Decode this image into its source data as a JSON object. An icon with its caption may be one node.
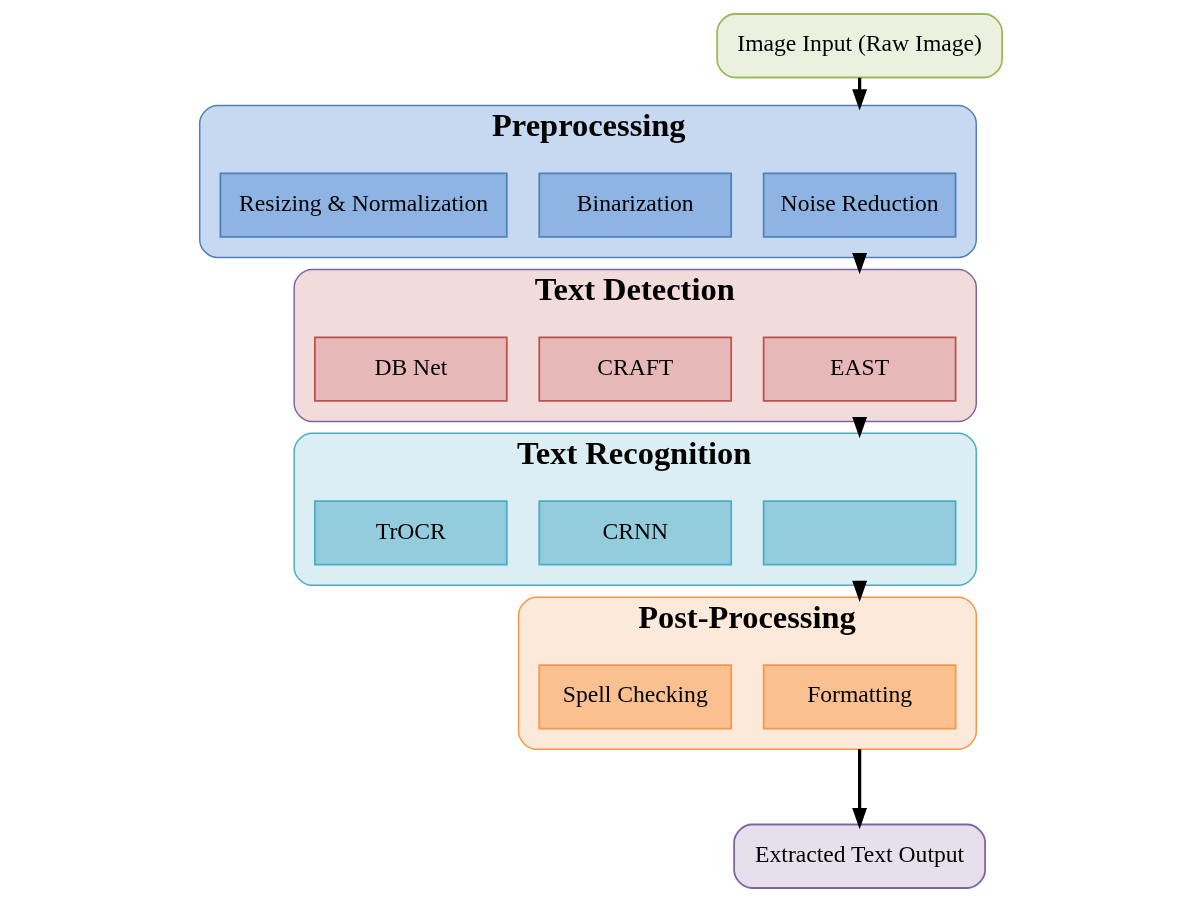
{
  "diagram": {
    "nodes": [
      {
        "text": [
          "Image Input (Raw Image)"
        ]
      },
      {
        "text": [
          "Preprocessing"
        ]
      },
      {
        "text": [
          "Noise Reduction"
        ],
        "in": 1
      },
      {
        "text": [
          "Binarization"
        ],
        "in": 1
      },
      {
        "text": [
          "Resizing & Normalization"
        ],
        "in": 1
      },
      {
        "text": [
          "Text Detection"
        ]
      },
      {
        "text": [
          "EAST"
        ],
        "in": 5
      },
      {
        "text": [
          "CRAFT"
        ],
        "in": 5
      },
      {
        "text": [
          "DB Net"
        ],
        "in": 5
      },
      {
        "text": [
          "Text Recognition"
        ]
      },
      {
        "text": [],
        "shape": "box",
        "in": 9
      },
      {
        "text": [
          "CRNN"
        ],
        "in": 9
      },
      {
        "text": [
          "TrOCR"
        ],
        "in": 9
      },
      {
        "text": [
          "Post-Processing"
        ]
      },
      {
        "text": [
          "Formatting"
        ],
        "in": 13
      },
      {
        "text": [
          "Spell Checking"
        ],
        "in": 13
      },
      {
        "text": [
          "Extracted Text Output"
        ]
      }
    ],
    "edges": [
      {
        "from": 0,
        "to": 1,
        "arrow": "to"
      },
      {
        "from": 1,
        "to": 5,
        "arrow": "to"
      },
      {
        "from": 5,
        "to": 9,
        "arrow": "to"
      },
      {
        "from": 9,
        "to": 13,
        "arrow": "to"
      },
      {
        "from": 13,
        "to": 16,
        "arrow": "to"
      }
    ]
  }
}
